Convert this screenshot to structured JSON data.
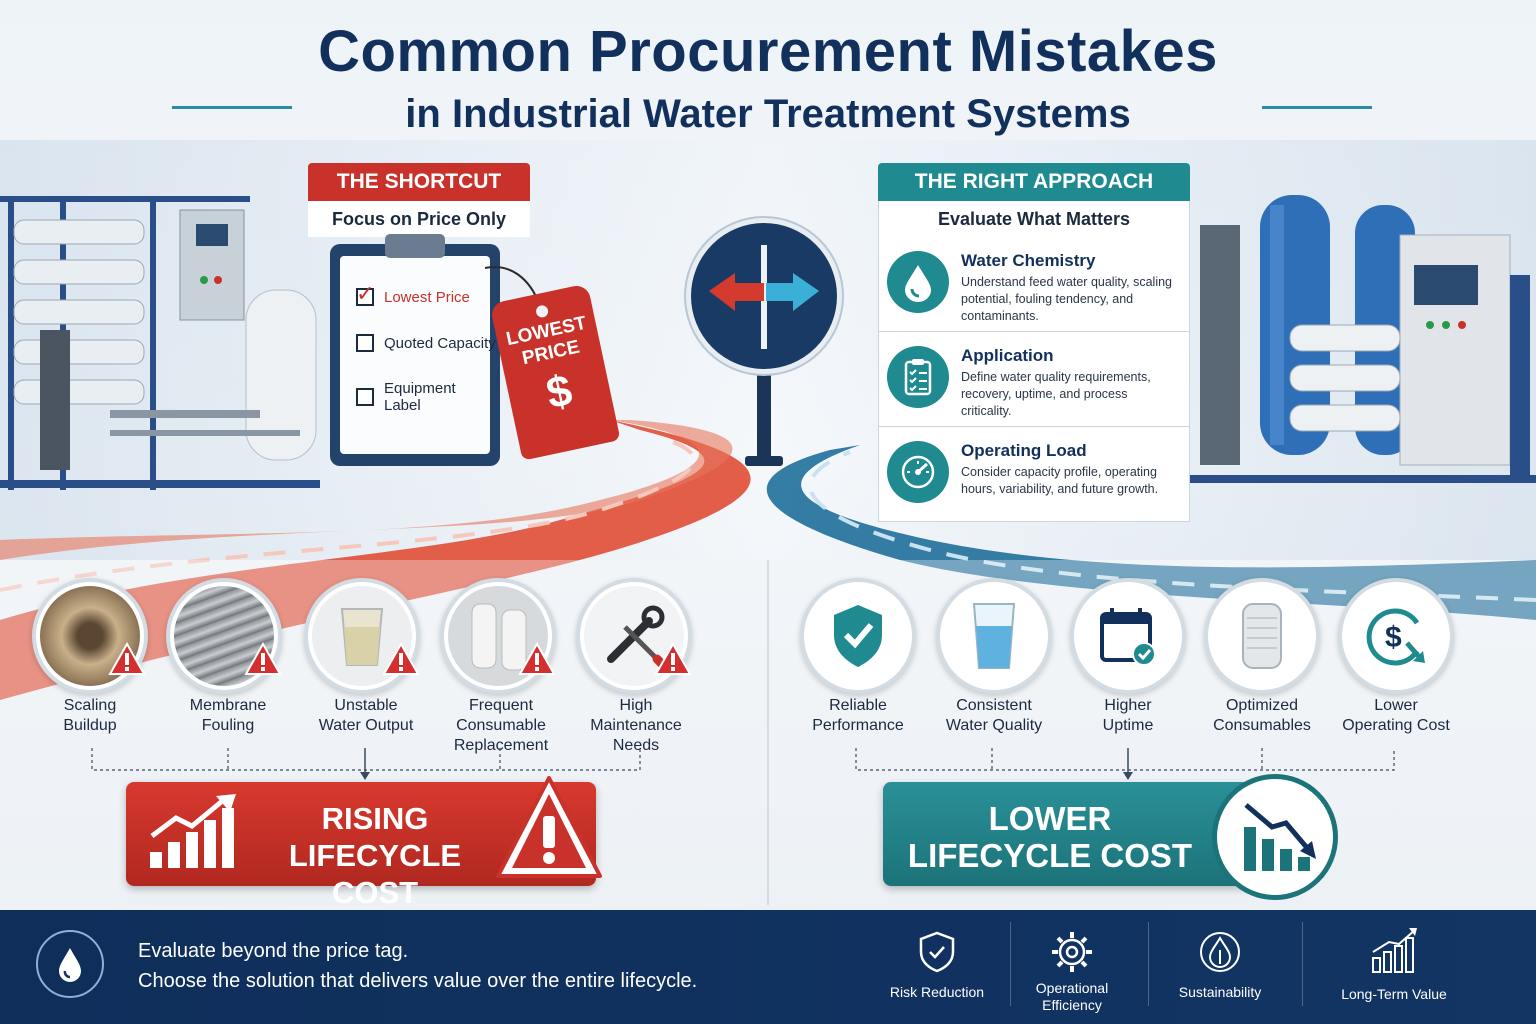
{
  "title": {
    "line1": "Common Procurement Mistakes",
    "line2": "in Industrial Water Treatment Systems"
  },
  "shortcut": {
    "header": "THE SHORTCUT",
    "subheader": "Focus on Price Only",
    "checklist": [
      {
        "label": "Lowest Price",
        "checked": true
      },
      {
        "label": "Quoted Capacity",
        "checked": false
      },
      {
        "label": "Equipment Label",
        "checked": false
      }
    ],
    "tag_line1": "LOWEST",
    "tag_line2": "PRICE",
    "tag_symbol": "$"
  },
  "right_approach": {
    "header": "THE RIGHT APPROACH",
    "subheader": "Evaluate What Matters",
    "items": [
      {
        "title": "Water Chemistry",
        "desc": "Understand feed water quality, scaling potential, fouling tendency, and contaminants.",
        "icon": "water-drop-icon"
      },
      {
        "title": "Application",
        "desc": "Define water quality requirements, recovery, uptime, and process criticality.",
        "icon": "clipboard-checklist-icon"
      },
      {
        "title": "Operating Load",
        "desc": "Consider capacity profile, operating hours, variability, and future growth.",
        "icon": "gauge-icon"
      }
    ]
  },
  "problems": [
    {
      "line1": "Scaling",
      "line2": "Buildup",
      "line3": "",
      "icon": "scaled-pipe-icon"
    },
    {
      "line1": "Membrane",
      "line2": "Fouling",
      "line3": "",
      "icon": "fouled-membrane-icon"
    },
    {
      "line1": "Unstable",
      "line2": "Water Output",
      "line3": "",
      "icon": "cloudy-glass-icon"
    },
    {
      "line1": "Frequent",
      "line2": "Consumable",
      "line3": "Replacement",
      "icon": "filter-cartridge-icon"
    },
    {
      "line1": "High",
      "line2": "Maintenance",
      "line3": "Needs",
      "icon": "wrench-screwdriver-icon"
    }
  ],
  "benefits": [
    {
      "line1": "Reliable",
      "line2": "Performance",
      "icon": "shield-check-icon"
    },
    {
      "line1": "Consistent",
      "line2": "Water Quality",
      "icon": "clear-glass-icon"
    },
    {
      "line1": "Higher",
      "line2": "Uptime",
      "icon": "calendar-check-icon"
    },
    {
      "line1": "Optimized",
      "line2": "Consumables",
      "icon": "filter-cartridge-icon"
    },
    {
      "line1": "Lower",
      "line2": "Operating Cost",
      "icon": "dollar-down-icon"
    }
  ],
  "rising": {
    "line1": "RISING",
    "line2": "LIFECYCLE COST"
  },
  "lower": {
    "line1": "LOWER",
    "line2": "LIFECYCLE COST"
  },
  "footer": {
    "line1": "Evaluate beyond the price tag.",
    "line2": "Choose the solution that delivers value over the entire lifecycle.",
    "items": [
      {
        "label_line1": "Risk Reduction",
        "label_line2": "",
        "icon": "shield-check-icon"
      },
      {
        "label_line1": "Operational",
        "label_line2": "Efficiency",
        "icon": "gear-icon"
      },
      {
        "label_line1": "Sustainability",
        "label_line2": "",
        "icon": "leaf-drop-icon"
      },
      {
        "label_line1": "Long-Term Value",
        "label_line2": "",
        "icon": "growth-chart-icon"
      }
    ]
  },
  "colors": {
    "navy": "#12305c",
    "red": "#c8322a",
    "teal": "#1f8a90",
    "footer": "#0f2e5a"
  }
}
